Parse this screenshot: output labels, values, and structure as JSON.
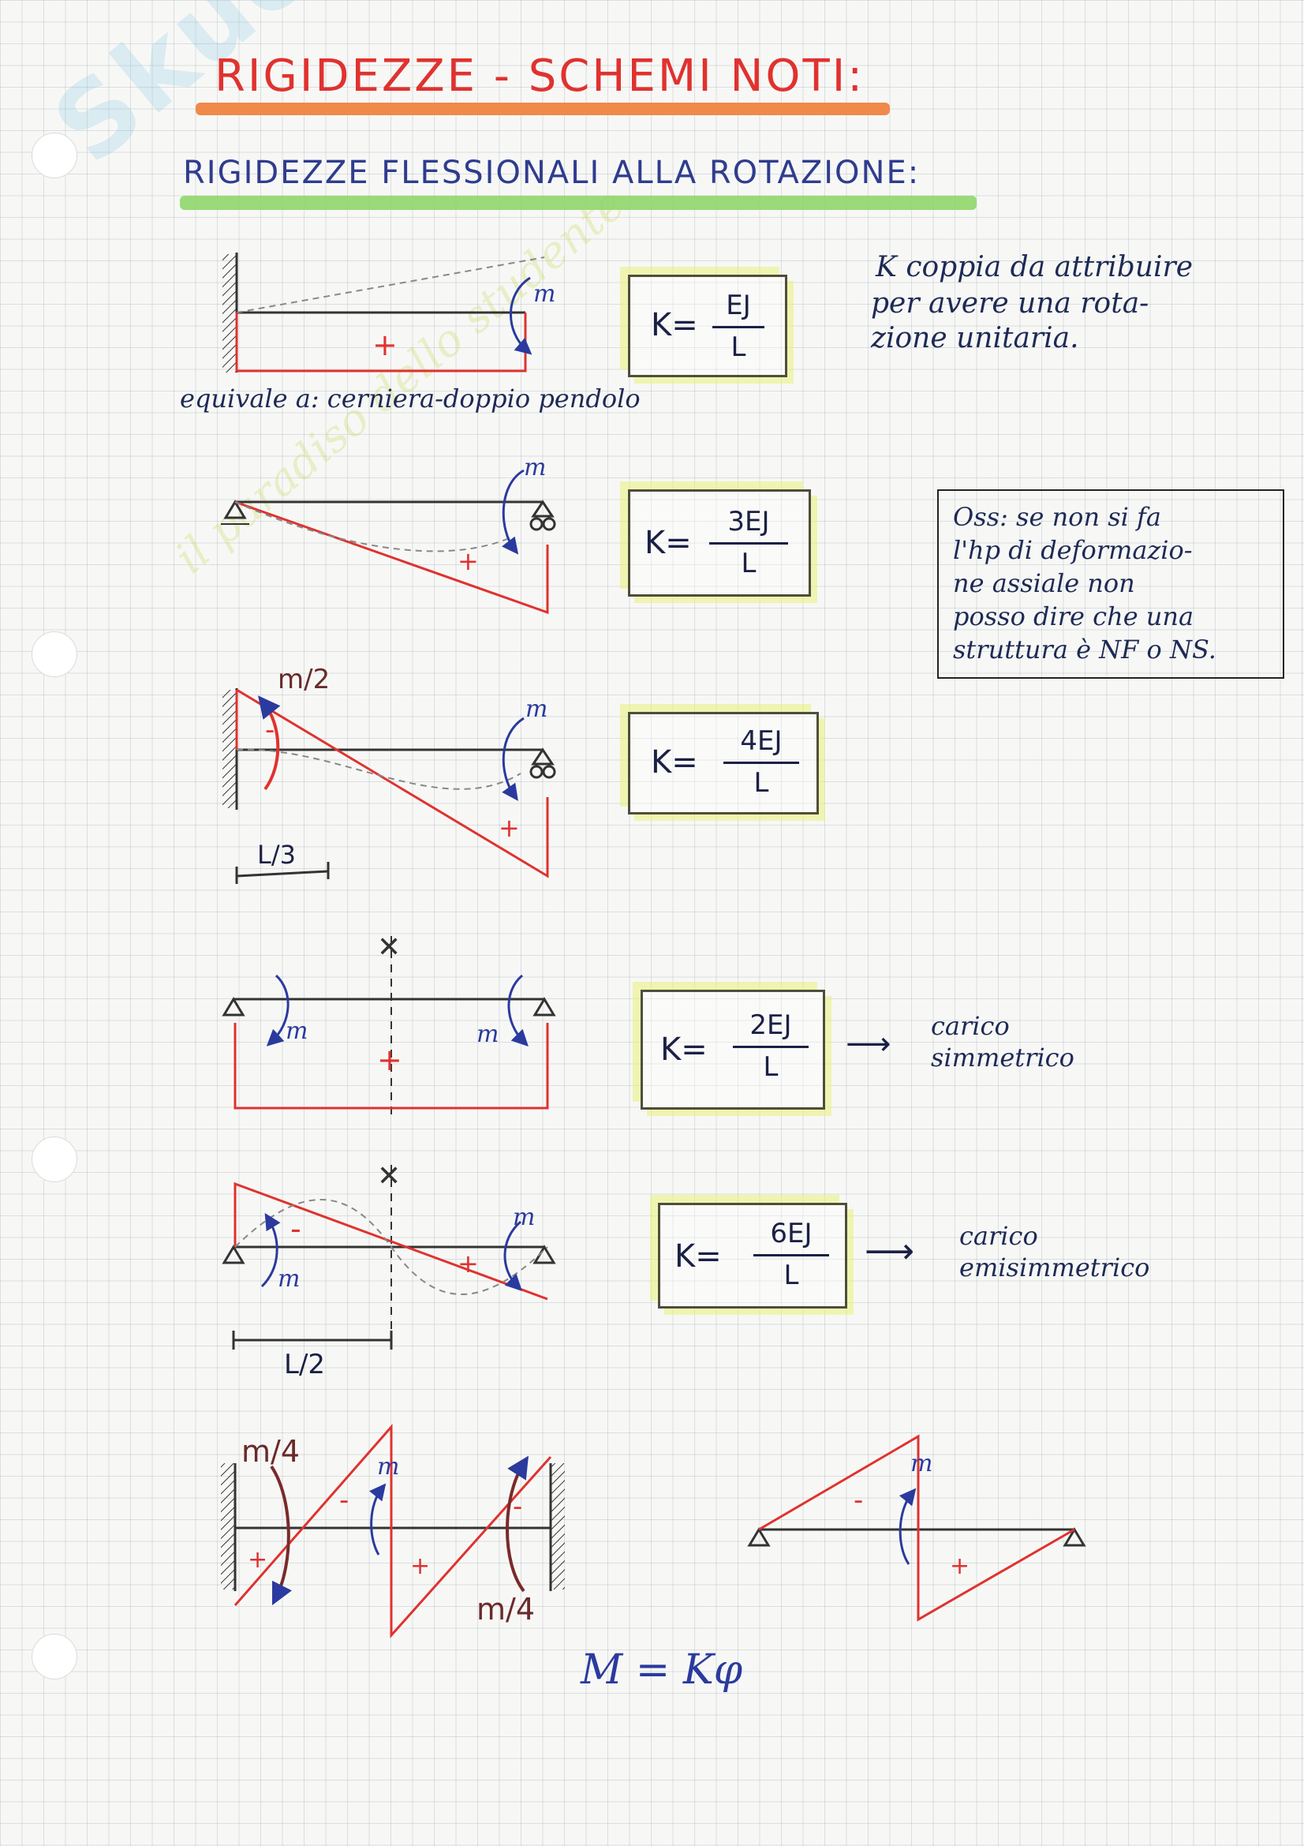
{
  "page": {
    "title": "RIGIDEZZE - SCHEMI NOTI:",
    "subtitle": "RIGIDEZZE FLESSIONALI ALLA ROTAZIONE:"
  },
  "watermark": {
    "brand": "Skuola.net",
    "tagline": "il paradiso dello studente"
  },
  "notes": {
    "definition_line1": "K coppia da attribuire",
    "definition_line2": "per avere una rota-",
    "definition_line3": "zione unitaria.",
    "equivalent": "equivale a: cerniera-doppio pendolo",
    "oss_line1": "Oss: se non si fa",
    "oss_line2": "l'hp di deformazio-",
    "oss_line3": "ne assiale non",
    "oss_line4": "posso dire che una",
    "oss_line5": "struttura è NF o NS."
  },
  "schemes": [
    {
      "k_label": "K=",
      "numerator": "EJ",
      "denominator": "L",
      "moment": "m",
      "sign": "+"
    },
    {
      "k_label": "K=",
      "numerator": "3EJ",
      "denominator": "L",
      "moment": "m",
      "sign": "+"
    },
    {
      "k_label": "K=",
      "numerator": "4EJ",
      "denominator": "L",
      "moment": "m",
      "moment_half": "m/2",
      "span_label": "L/3",
      "sign_pos": "+",
      "sign_neg": "-"
    },
    {
      "k_label": "K=",
      "numerator": "2EJ",
      "denominator": "L",
      "moment_left": "m",
      "moment_right": "m",
      "sign": "+",
      "load": "carico simmetrico"
    },
    {
      "k_label": "K=",
      "numerator": "6EJ",
      "denominator": "L",
      "moment_left": "m",
      "moment_right": "m",
      "span_label": "L/2",
      "sign_pos": "+",
      "sign_neg": "-",
      "load": "carico emisimmetrico"
    }
  ],
  "bottom": {
    "left_moment_quarter_top": "m/4",
    "left_moment_quarter_bottom": "m/4",
    "left_moment_center": "m",
    "right_moment_center": "m",
    "equation": "M = Kφ"
  },
  "colors": {
    "diagram_red": "#e0322f",
    "ink_blue": "#2b3a9e",
    "ink_dark": "#1b2045",
    "title_underline_orange": "#ef8a4a",
    "subtitle_underline_green": "#8fd66b",
    "box_highlight_yellow": "#e9f078"
  },
  "icons": [
    "fixed-support-icon",
    "pin-support-icon",
    "roller-support-icon",
    "moment-arrow-icon",
    "symmetry-axis-icon"
  ]
}
